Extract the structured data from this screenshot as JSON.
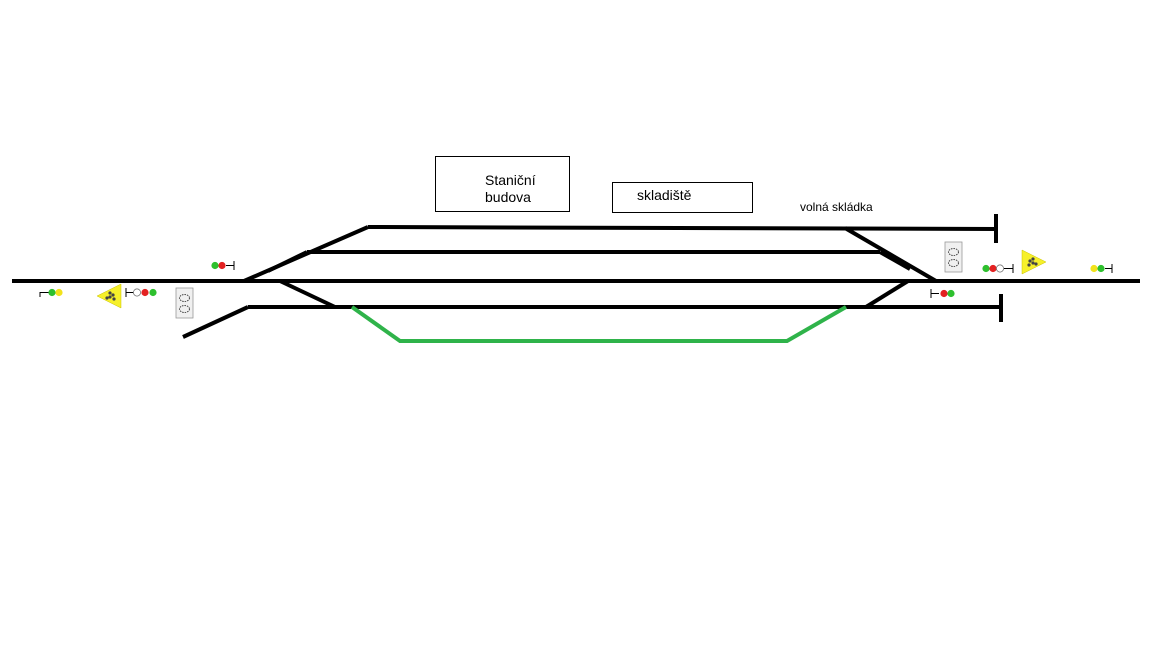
{
  "labels": {
    "station_building_line1": "Staniční",
    "station_building_line2": "budova",
    "warehouse": "skladiště",
    "open_storage": "volná skládka"
  },
  "colors": {
    "track": "#000000",
    "highlight_track": "#2fb34a",
    "signal_red": "#e32222",
    "signal_green": "#2ec02e",
    "signal_yellow": "#f2e21b",
    "signal_white": "#ffffff",
    "triangle_yellow": "#f6f02a",
    "marker_gray": "#f0f0f0"
  },
  "icons": {
    "signal": "signal-lights-icon",
    "triangle": "warning-triangle-icon",
    "marker": "track-marker-icon"
  }
}
